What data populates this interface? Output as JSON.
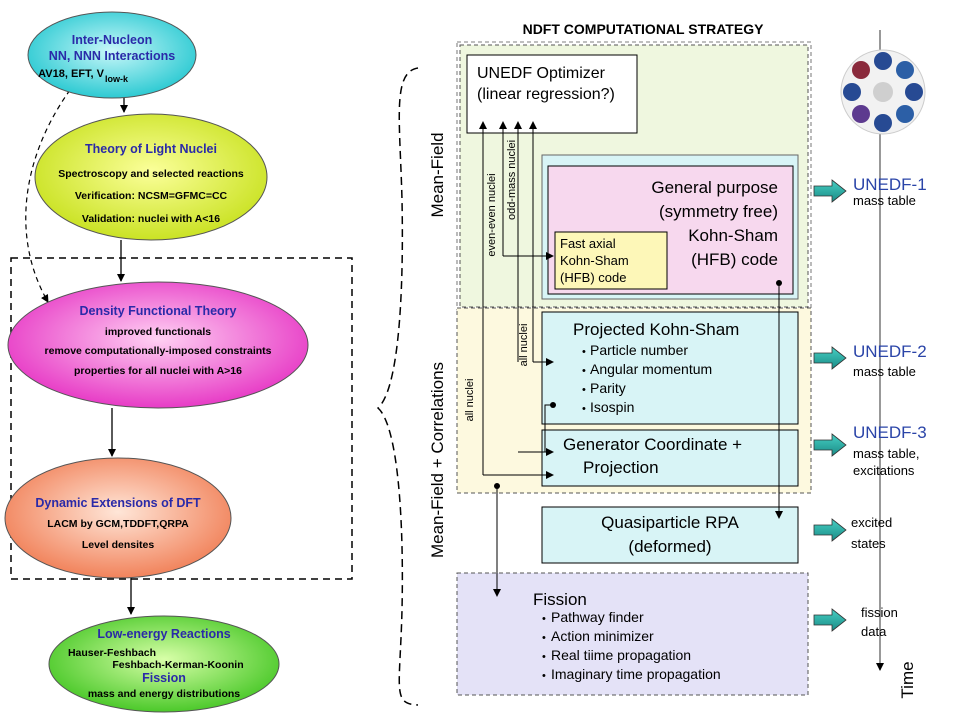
{
  "left": {
    "ellipses": [
      {
        "id": "inter",
        "title1": "Inter-Nucleon",
        "title2": "NN, NNN Interactions",
        "lines": [
          "AV18, EFT, V"
        ],
        "sub": "low-k"
      },
      {
        "id": "light",
        "title1": "Theory of Light Nuclei",
        "lines": [
          "Spectroscopy and selected reactions",
          "Verification: NCSM=GFMC=CC",
          "Validation: nuclei with  A<16"
        ]
      },
      {
        "id": "dft",
        "title1": "Density Functional Theory",
        "lines": [
          "improved functionals",
          "remove computationally-imposed constraints",
          "properties for all nuclei with A>16"
        ]
      },
      {
        "id": "dyn",
        "title1": "Dynamic Extensions of DFT",
        "lines": [
          "LACM by GCM,TDDFT,QRPA",
          "Level densites"
        ]
      },
      {
        "id": "low",
        "title1": "Low-energy Reactions",
        "lines": [
          "Hauser-Feshbach",
          "Feshbach-Kerman-Koonin"
        ],
        "title2": "Fission",
        "last": "mass and energy distributions"
      }
    ]
  },
  "right": {
    "title": "NDFT COMPUTATIONAL STRATEGY",
    "optimizer": [
      "UNEDF Optimizer",
      "(linear regression?)"
    ],
    "general": [
      "General purpose",
      "(symmetry free)",
      "Kohn-Sham",
      "(HFB) code"
    ],
    "axial": [
      "Fast axial",
      "Kohn-Sham",
      "(HFB) code"
    ],
    "projected": {
      "title": "Projected Kohn-Sham",
      "items": [
        "Particle number",
        "Angular momentum",
        "Parity",
        "Isospin"
      ]
    },
    "gcm": [
      "Generator Coordinate +",
      "Projection"
    ],
    "qrpa": [
      "Quasiparticle RPA",
      "(deformed)"
    ],
    "fission": {
      "title": "Fission",
      "items": [
        "Pathway finder",
        "Action minimizer",
        "Real tiime propagation",
        "Imaginary time propagation"
      ]
    },
    "side_labels": {
      "mean_field": "Mean-Field",
      "mean_field_corr": "Mean-Field + Correlations"
    },
    "arrow_labels": {
      "even_even": "even-even nuclei",
      "odd_mass": "odd-mass nuclei",
      "all1": "all nuclei",
      "all2": "all nuclei"
    },
    "outputs": [
      {
        "title": "UNEDF-1",
        "lines": [
          "mass table"
        ]
      },
      {
        "title": "UNEDF-2",
        "lines": [
          "mass table"
        ]
      },
      {
        "title": "UNEDF-3",
        "lines": [
          "mass table,",
          "excitations"
        ]
      },
      {
        "title": "",
        "lines": [
          "excited",
          "states"
        ]
      },
      {
        "title": "",
        "lines": [
          "fission",
          "data"
        ]
      }
    ],
    "time_label": "Time",
    "bullet": "•"
  }
}
